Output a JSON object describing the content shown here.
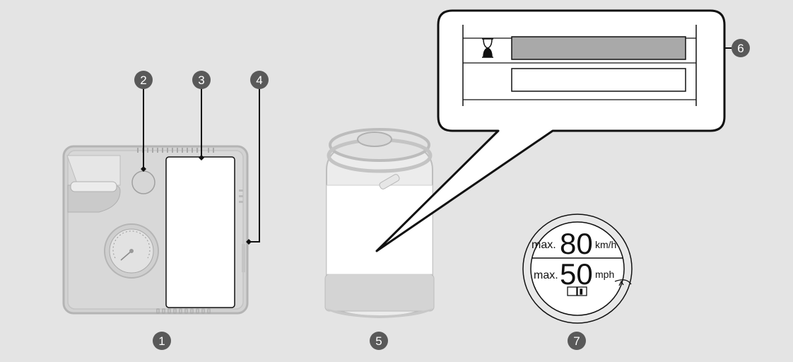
{
  "callouts": [
    "1",
    "2",
    "3",
    "4",
    "5",
    "6",
    "7"
  ],
  "speed_sign": {
    "top_prefix": "max.",
    "top_value": "80",
    "top_unit": "km/h",
    "bottom_prefix": "max.",
    "bottom_value": "50",
    "bottom_unit": "mph"
  },
  "colors": {
    "background": "#e4e4e4",
    "callout_fill": "#595959",
    "line": "#111111",
    "indicator_fill": "#a9a9a9"
  }
}
